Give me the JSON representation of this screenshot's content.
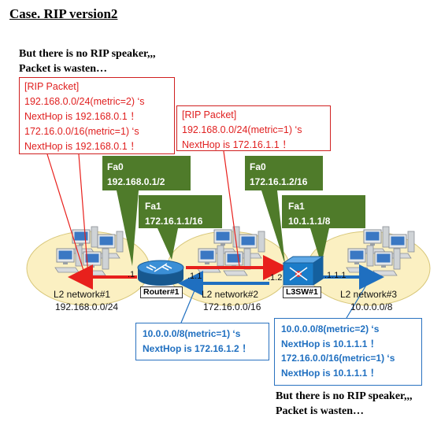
{
  "title": "Case. RIP version2",
  "notes": {
    "top_line1": "But there is no RIP speaker,,,",
    "top_line2": "Packet is wasten…",
    "bottom_line1": "But there is no RIP speaker,,,",
    "bottom_line2": "Packet is wasten…"
  },
  "rip_packet_router": {
    "lines": [
      "[RIP Packet]",
      "192.168.0.0/24(metric=2) ‘s",
      "NextHop is 192.168.0.1 ！",
      "172.16.0.0/16(metric=1) ‘s",
      "NextHop is 192.168.0.1 ！"
    ]
  },
  "rip_packet_switch": {
    "lines": [
      "[RIP Packet]",
      "192.168.0.0/24(metric=1) ‘s",
      "NextHop is 172.16.1.1 ！"
    ]
  },
  "route_box_router": {
    "lines": [
      "10.0.0.0/8(metric=1) ‘s",
      "NextHop is 172.16.1.2 ！"
    ]
  },
  "route_box_switch": {
    "lines": [
      "10.0.0.0/8(metric=2) ‘s",
      "NextHop is 10.1.1.1 ！",
      "172.16.0.0/16(metric=1) ‘s",
      "NextHop is 10.1.1.1 ！"
    ]
  },
  "interfaces": {
    "router_fa0": {
      "name": "Fa0",
      "addr": "192.168.0.1/2"
    },
    "router_fa1": {
      "name": "Fa1",
      "addr": "172.16.1.1/16"
    },
    "switch_fa0": {
      "name": "Fa0",
      "addr": "172.16.1.2/16"
    },
    "switch_fa1": {
      "name": "Fa1",
      "addr": "10.1.1.1/8"
    }
  },
  "networks": {
    "net1": {
      "name": "L2 network#1",
      "addr": "192.168.0.0/24"
    },
    "net2": {
      "name": "L2 network#2",
      "addr": "172.16.0.0/16"
    },
    "net3": {
      "name": "L2 network#3",
      "addr": "10.0.0.0/8"
    }
  },
  "devices": {
    "router": "Router#1",
    "switch": "L3SW#1"
  },
  "ports": {
    "r_left": ".1",
    "r_right": ".1.1",
    "s_left": ".1.2",
    "s_right": ".1.1.1"
  },
  "colors": {
    "red_arrow": "#e8201c",
    "blue_arrow": "#1f6fc0",
    "callout_green": "#4f7b2a",
    "network_ellipse": "#fbf0c2",
    "switch_blue": "#1a7cc9",
    "router_blue": "#1f73b8"
  },
  "icons": [
    "pc-cluster-icon",
    "router-icon",
    "l3-switch-icon"
  ]
}
